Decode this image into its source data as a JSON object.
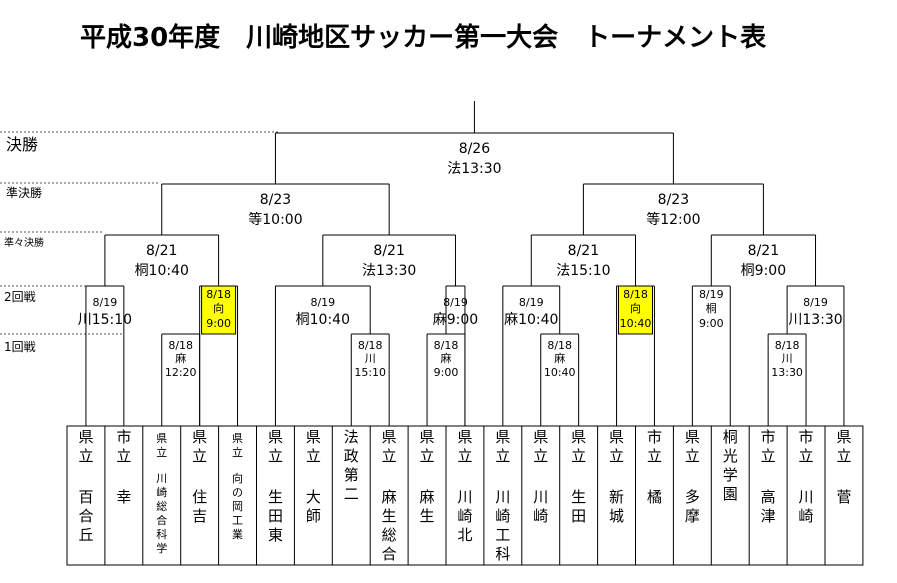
{
  "title": "平成30年度　川崎地区サッカー第一大会　トーナメント表",
  "highlight_color": "#ffff00",
  "rounds": [
    "決勝",
    "準決勝",
    "準々決勝",
    "2回戦",
    "1回戦"
  ],
  "teams": [
    {
      "top": "県立",
      "name": "百合丘"
    },
    {
      "top": "市立",
      "name": "幸"
    },
    {
      "top": "県立",
      "name": "川崎総合科学"
    },
    {
      "top": "県立",
      "name": "住吉"
    },
    {
      "top": "県立",
      "name": "向の岡工業"
    },
    {
      "top": "県立",
      "name": "生田東"
    },
    {
      "top": "県立",
      "name": "大師"
    },
    {
      "top": "",
      "name": "法政第二"
    },
    {
      "top": "県立",
      "name": "麻生総合"
    },
    {
      "top": "県立",
      "name": "麻生"
    },
    {
      "top": "県立",
      "name": "川崎北"
    },
    {
      "top": "県立",
      "name": "川崎工科"
    },
    {
      "top": "県立",
      "name": "川崎"
    },
    {
      "top": "県立",
      "name": "生田"
    },
    {
      "top": "県立",
      "name": "新城"
    },
    {
      "top": "市立",
      "name": "橘"
    },
    {
      "top": "県立",
      "name": "多摩"
    },
    {
      "top": "",
      "name": "桐光学園"
    },
    {
      "top": "市立",
      "name": "高津"
    },
    {
      "top": "市立",
      "name": "川崎"
    },
    {
      "top": "県立",
      "name": "菅"
    }
  ],
  "matches": {
    "r1": [
      {
        "date": "8/18",
        "venue": "麻",
        "time": "12:20"
      },
      {
        "date": "8/18",
        "venue": "川",
        "time": "15:10"
      },
      {
        "date": "8/18",
        "venue": "麻",
        "time": "9:00"
      },
      {
        "date": "8/18",
        "venue": "麻",
        "time": "10:40"
      },
      {
        "date": "8/18",
        "venue": "川",
        "time": "13:30"
      }
    ],
    "r2": [
      {
        "date": "8/19",
        "info": "川15:10"
      },
      {
        "date": "8/18",
        "venue": "向",
        "time": "9:00"
      },
      {
        "date": "8/19",
        "info": "桐10:40"
      },
      {
        "date": "8/19",
        "info": "麻9:00"
      },
      {
        "date": "8/19",
        "info": "麻10:40"
      },
      {
        "date": "8/18",
        "venue": "向",
        "time": "10:40"
      },
      {
        "date": "8/19",
        "venue": "桐",
        "time": "9:00"
      },
      {
        "date": "8/19",
        "info": "川13:30"
      }
    ],
    "qf": [
      {
        "date": "8/21",
        "info": "桐10:40"
      },
      {
        "date": "8/21",
        "info": "法13:30"
      },
      {
        "date": "8/21",
        "info": "法15:10"
      },
      {
        "date": "8/21",
        "info": "桐9:00"
      }
    ],
    "sf": [
      {
        "date": "8/23",
        "info": "等10:00"
      },
      {
        "date": "8/23",
        "info": "等12:00"
      }
    ],
    "final": {
      "date": "8/26",
      "info": "法13:30"
    }
  }
}
